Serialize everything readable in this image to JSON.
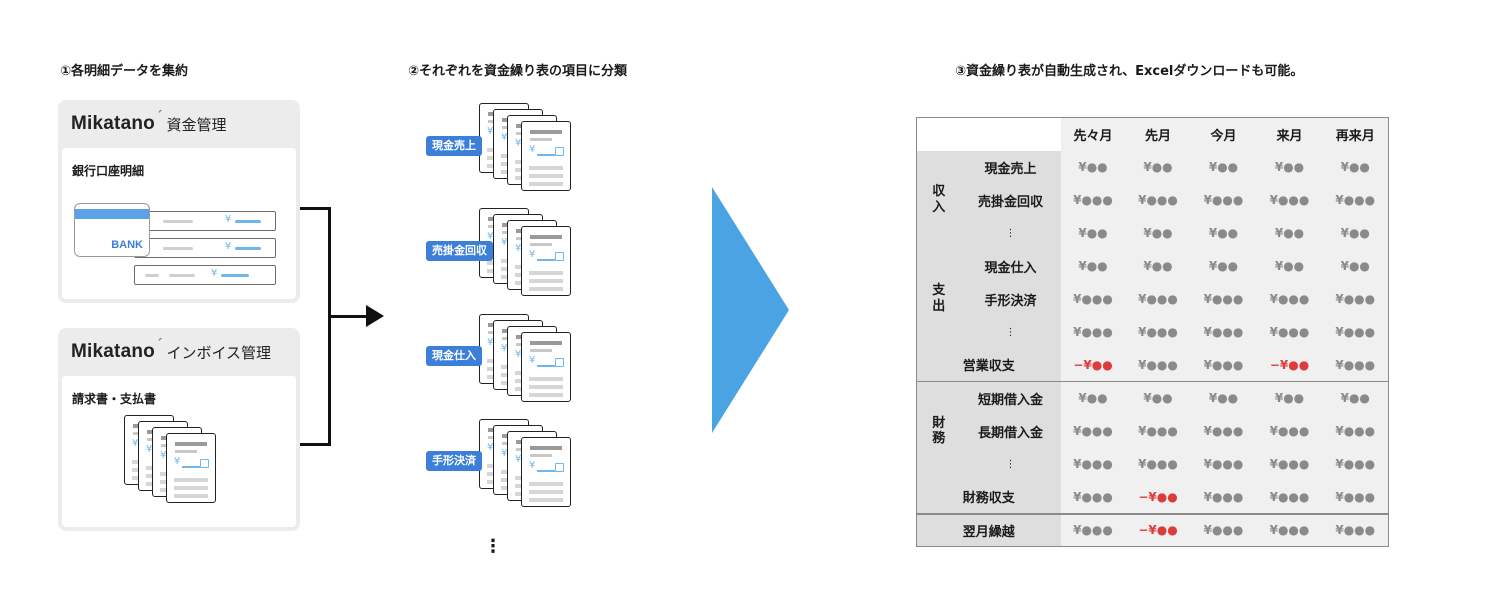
{
  "steps": {
    "step1": "①各明細データを集約",
    "step2": "②それぞれを資金繰り表の項目に分類",
    "step3": "③資金繰り表が自動生成され、Excelダウンロードも可能。"
  },
  "apps": {
    "top": {
      "brand": "Mikatano",
      "name": "資金管理",
      "label": "銀行口座明細",
      "bank_text": "BANK",
      "yen": "¥"
    },
    "bottom": {
      "brand": "Mikatano",
      "name": "インボイス管理",
      "label": "請求書・支払書"
    }
  },
  "categories": [
    "現金売上",
    "売掛金回収",
    "現金仕入",
    "手形決済"
  ],
  "more": "⋮",
  "doc_yen": "¥",
  "table": {
    "months": [
      "先々月",
      "先月",
      "今月",
      "来月",
      "再来月"
    ],
    "sections": {
      "income": "収入",
      "expense": "支出",
      "finance": "財務"
    },
    "rows": {
      "cash_sales": {
        "label": "現金売上",
        "values": [
          "¥●●",
          "¥●●",
          "¥●●",
          "¥●●",
          "¥●●"
        ]
      },
      "receivables": {
        "label": "売掛金回収",
        "values": [
          "¥●●●",
          "¥●●●",
          "¥●●●",
          "¥●●●",
          "¥●●●"
        ]
      },
      "income_more": {
        "label": "⋮",
        "values": [
          "¥●●",
          "¥●●",
          "¥●●",
          "¥●●",
          "¥●●"
        ]
      },
      "cash_purchase": {
        "label": "現金仕入",
        "values": [
          "¥●●",
          "¥●●",
          "¥●●",
          "¥●●",
          "¥●●"
        ]
      },
      "bill_payment": {
        "label": "手形決済",
        "values": [
          "¥●●●",
          "¥●●●",
          "¥●●●",
          "¥●●●",
          "¥●●●"
        ]
      },
      "expense_more": {
        "label": "⋮",
        "values": [
          "¥●●●",
          "¥●●●",
          "¥●●●",
          "¥●●●",
          "¥●●●"
        ]
      },
      "operating": {
        "label": "営業収支",
        "values": [
          "−¥●●",
          "¥●●●",
          "¥●●●",
          "−¥●●",
          "¥●●●"
        ],
        "negative": [
          true,
          false,
          false,
          true,
          false
        ]
      },
      "short_loan": {
        "label": "短期借入金",
        "values": [
          "¥●●",
          "¥●●",
          "¥●●",
          "¥●●",
          "¥●●"
        ]
      },
      "long_loan": {
        "label": "長期借入金",
        "values": [
          "¥●●●",
          "¥●●●",
          "¥●●●",
          "¥●●●",
          "¥●●●"
        ]
      },
      "finance_more": {
        "label": "⋮",
        "values": [
          "¥●●●",
          "¥●●●",
          "¥●●●",
          "¥●●●",
          "¥●●●"
        ]
      },
      "finance_balance": {
        "label": "財務収支",
        "values": [
          "¥●●●",
          "−¥●●",
          "¥●●●",
          "¥●●●",
          "¥●●●"
        ],
        "negative": [
          false,
          true,
          false,
          false,
          false
        ]
      },
      "carry_over": {
        "label": "翌月繰越",
        "values": [
          "¥●●●",
          "−¥●●",
          "¥●●●",
          "¥●●●",
          "¥●●●"
        ],
        "negative": [
          false,
          true,
          false,
          false,
          false
        ]
      }
    }
  },
  "colors": {
    "accent": "#3c7fd8",
    "arrow": "#4aa3e3",
    "negative": "#dc3c3c",
    "light_blue": "#6fb7e8"
  }
}
